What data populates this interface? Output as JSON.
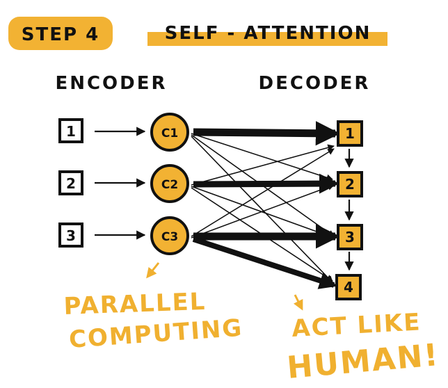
{
  "header": {
    "step_label": "STEP 4",
    "title": "SELF - ATTENTION"
  },
  "columns": {
    "encoder_label": "ENCODER",
    "decoder_label": "DECODER"
  },
  "encoder_inputs": [
    "1",
    "2",
    "3"
  ],
  "context_vectors": [
    "C1",
    "C2",
    "C3"
  ],
  "decoder_outputs": [
    "1",
    "2",
    "3",
    "4"
  ],
  "annotations": {
    "parallel_line1": "PARALLEL",
    "parallel_line2": "COMPUTING",
    "human_line1": "ACT LIKE",
    "human_line2": "HUMAN!"
  },
  "colors": {
    "accent": "#f2b233",
    "annotation": "#f0b030",
    "ink": "#111111",
    "background": "#ffffff"
  }
}
